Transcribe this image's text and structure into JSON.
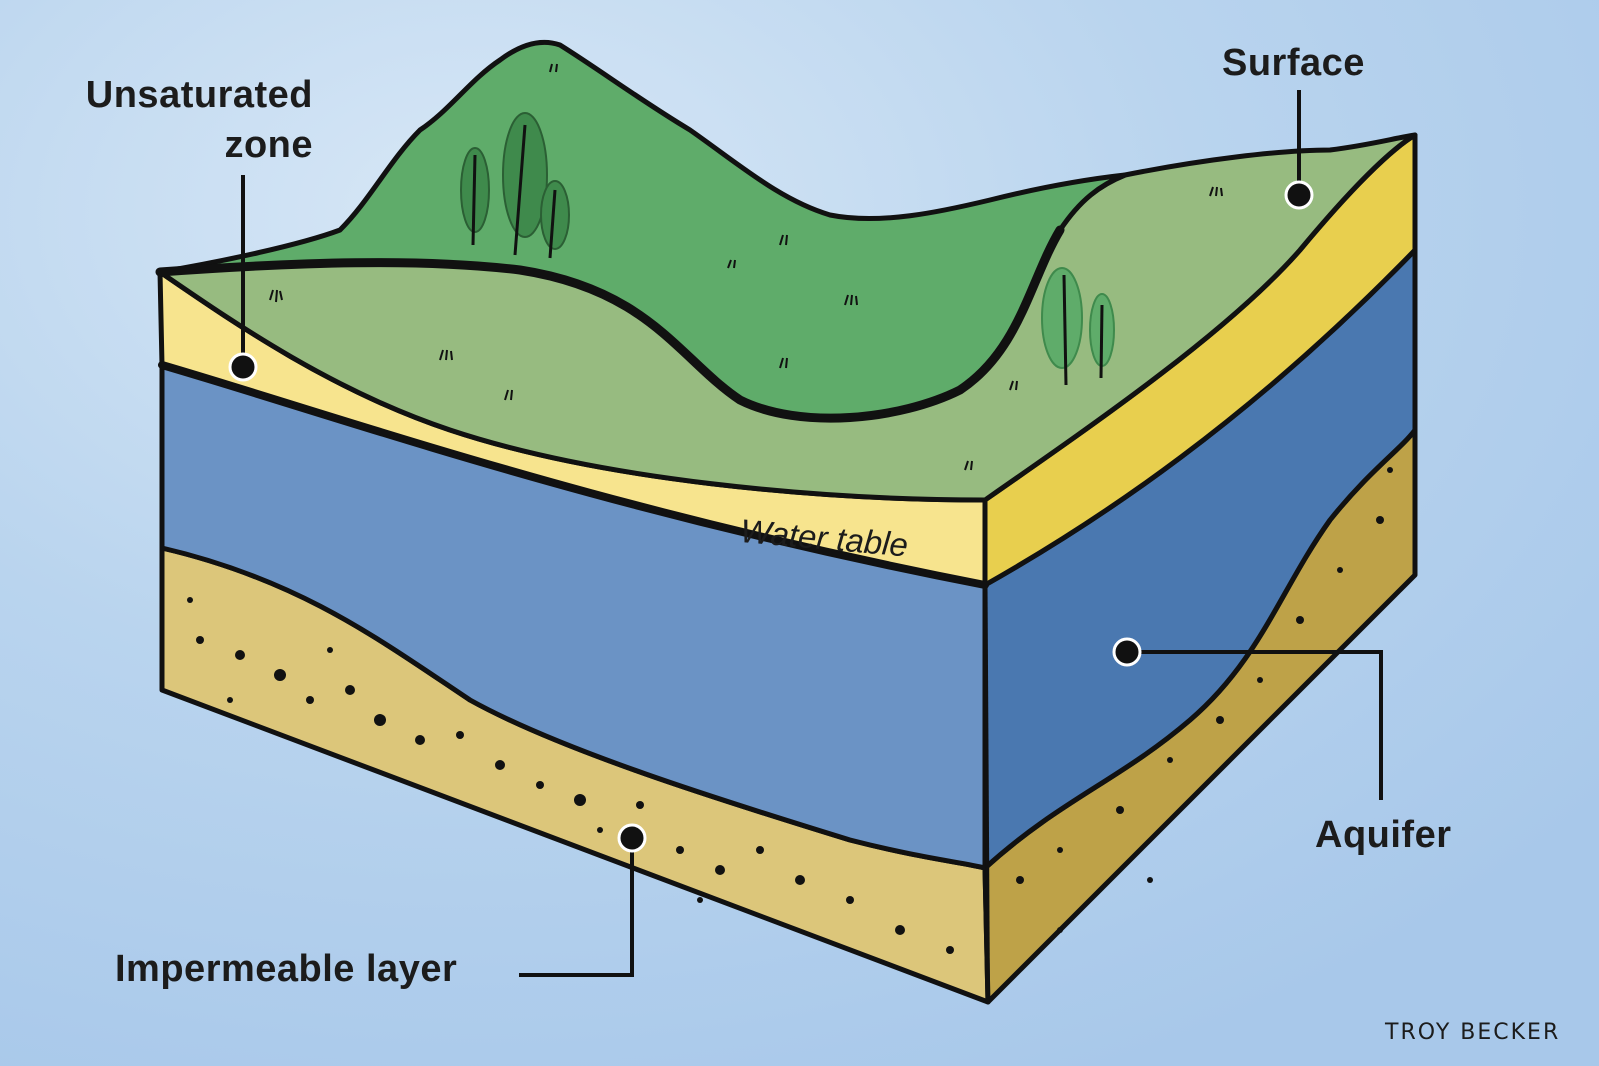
{
  "labels": {
    "unsaturated_line1": "Unsaturated",
    "unsaturated_line2": "zone",
    "surface": "Surface",
    "water_table": "Water table",
    "aquifer": "Aquifer",
    "impermeable": "Impermeable layer"
  },
  "credit": "TROY BECKER",
  "colors": {
    "background": "#b8d3ec",
    "hill_green": "#5fac6a",
    "surface_green": "#97bb80",
    "unsaturated_yellow": "#f7e48e",
    "unsaturated_side": "#e8cf4e",
    "aquifer_front": "#6b93c5",
    "aquifer_side": "#4a78b0",
    "impermeable_front": "#dcc67a",
    "impermeable_side": "#bea248",
    "tree": "#3f8a4c",
    "outline": "#111111"
  },
  "icons": [
    "tree-icon",
    "grass-tuft-icon",
    "pointer-dot-icon"
  ]
}
